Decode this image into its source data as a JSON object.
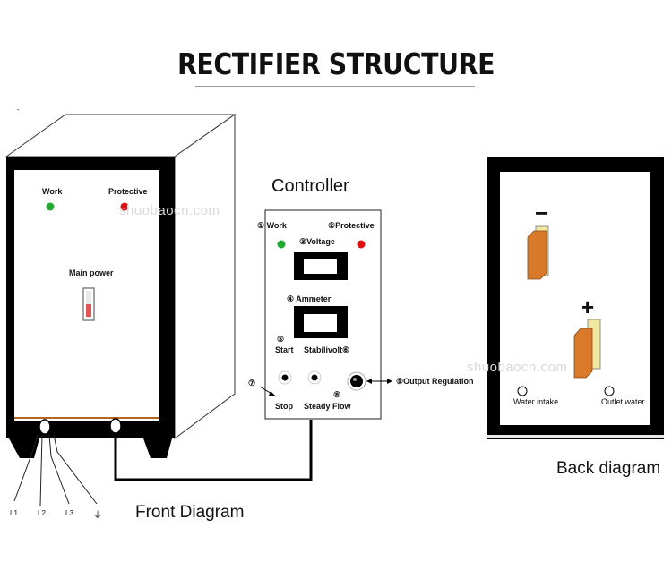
{
  "title": "RECTIFIER STRUCTURE",
  "front": {
    "work_label": "Work",
    "protective_label": "Protective",
    "main_power_label": "Main power",
    "caption": "Front Diagram",
    "terminals": [
      "L1",
      "L2",
      "L3",
      "⏚"
    ]
  },
  "controller": {
    "title": "Controller",
    "work_label": "① Work",
    "protective_label": "②Protective",
    "voltage_label": "③Voltage",
    "ammeter_label": "④ Ammeter",
    "start_num": "⑤",
    "start_label": "Start",
    "stabilivolt_label": "Stabilivolt⑥",
    "stop_num": "⑦",
    "stop_label": "Stop",
    "steady_flow_num": "⑧",
    "steady_flow_label": "Steady Flow",
    "output_regulation_label": "⑨Output Regulation"
  },
  "back": {
    "minus_label": "−",
    "plus_label": "+",
    "water_intake_label": "Water intake",
    "outlet_water_label": "Outlet water",
    "caption": "Back diagram"
  },
  "watermark": "shuobaocn.com",
  "colors": {
    "green_led": "#22aa33",
    "red_led": "#dd1111",
    "copper_bar": "#d9792a",
    "yellow_plate": "#f2e7a0"
  }
}
